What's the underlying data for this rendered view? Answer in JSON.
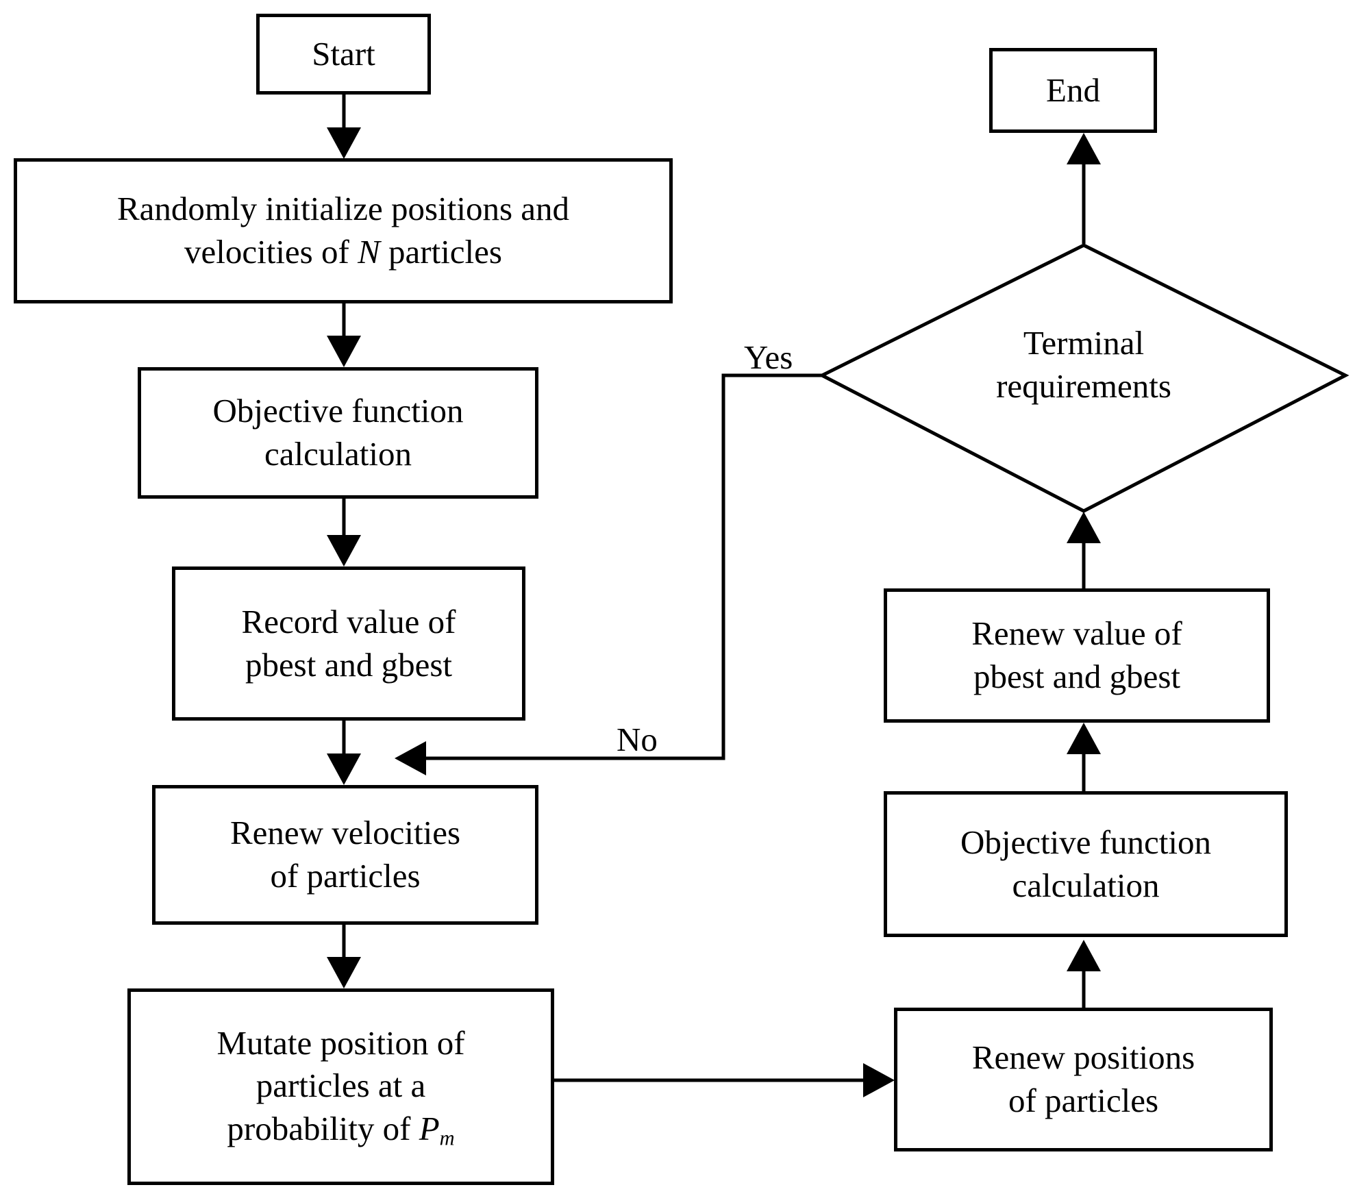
{
  "nodes": {
    "start": {
      "label": "Start"
    },
    "init": {
      "line1": "Randomly initialize positions and",
      "line2_pre": "velocities of ",
      "line2_var": "N",
      "line2_post": " particles"
    },
    "objective_left": {
      "line1": "Objective function",
      "line2": "calculation"
    },
    "record": {
      "line1": "Record value of",
      "line2": "pbest and gbest"
    },
    "renew_velocities": {
      "line1": "Renew velocities",
      "line2": "of particles"
    },
    "mutate": {
      "line1": "Mutate position of",
      "line2": "particles at a",
      "line3_pre": "probability of ",
      "line3_var": "P",
      "line3_sub": "m"
    },
    "renew_positions": {
      "line1": "Renew positions",
      "line2": "of particles"
    },
    "objective_right": {
      "line1": "Objective function",
      "line2": "calculation"
    },
    "renew_value": {
      "line1": "Renew value of",
      "line2": "pbest and gbest"
    },
    "terminal": {
      "line1": "Terminal",
      "line2": "requirements"
    },
    "end": {
      "label": "End"
    }
  },
  "edge_labels": {
    "yes": "Yes",
    "no": "No"
  }
}
